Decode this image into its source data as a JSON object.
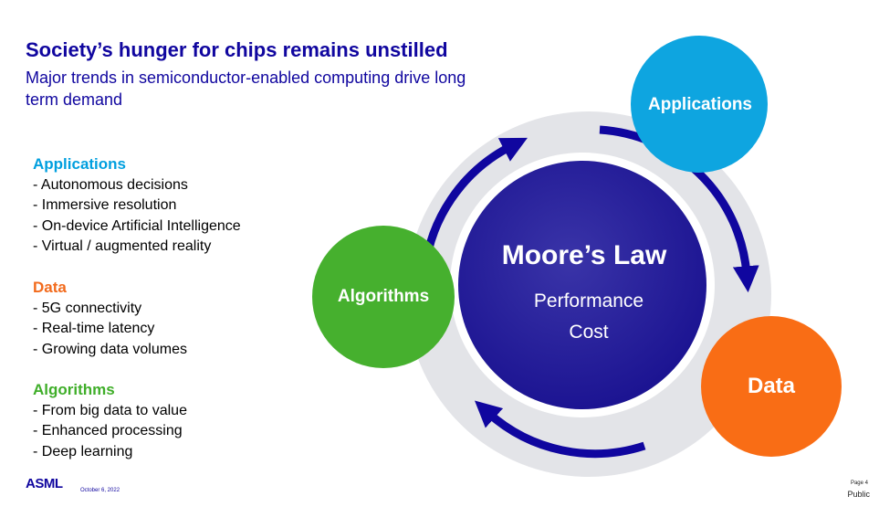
{
  "title": "Society’s hunger for chips remains unstilled",
  "subtitle": "Major trends in semiconductor-enabled computing drive long term demand",
  "sections": [
    {
      "heading": "Applications",
      "color": "#009fdf",
      "items": [
        "- Autonomous decisions",
        "- Immersive resolution",
        "- On-device Artificial Intelligence",
        "- Virtual / augmented reality"
      ]
    },
    {
      "heading": "Data",
      "color": "#f26b1d",
      "items": [
        "- 5G connectivity",
        "- Real-time latency",
        "- Growing data volumes"
      ]
    },
    {
      "heading": "Algorithms",
      "color": "#3fae29",
      "items": [
        "- From big data to value",
        "- Enhanced processing",
        "- Deep learning"
      ]
    }
  ],
  "diagram": {
    "center_title": "Moore’s Law",
    "center_line1": "Performance",
    "center_line2": "Cost",
    "applications": "Applications",
    "data": "Data",
    "algorithms": "Algorithms"
  },
  "colors": {
    "brand": "#10069f",
    "applications": "#0ea5e0",
    "data": "#f96d15",
    "algorithms": "#46b02e",
    "ring": "#e3e4e8"
  },
  "footer": {
    "logo": "ASML",
    "date": "October 6, 2022",
    "page": "Page 4",
    "classification": "Public"
  }
}
